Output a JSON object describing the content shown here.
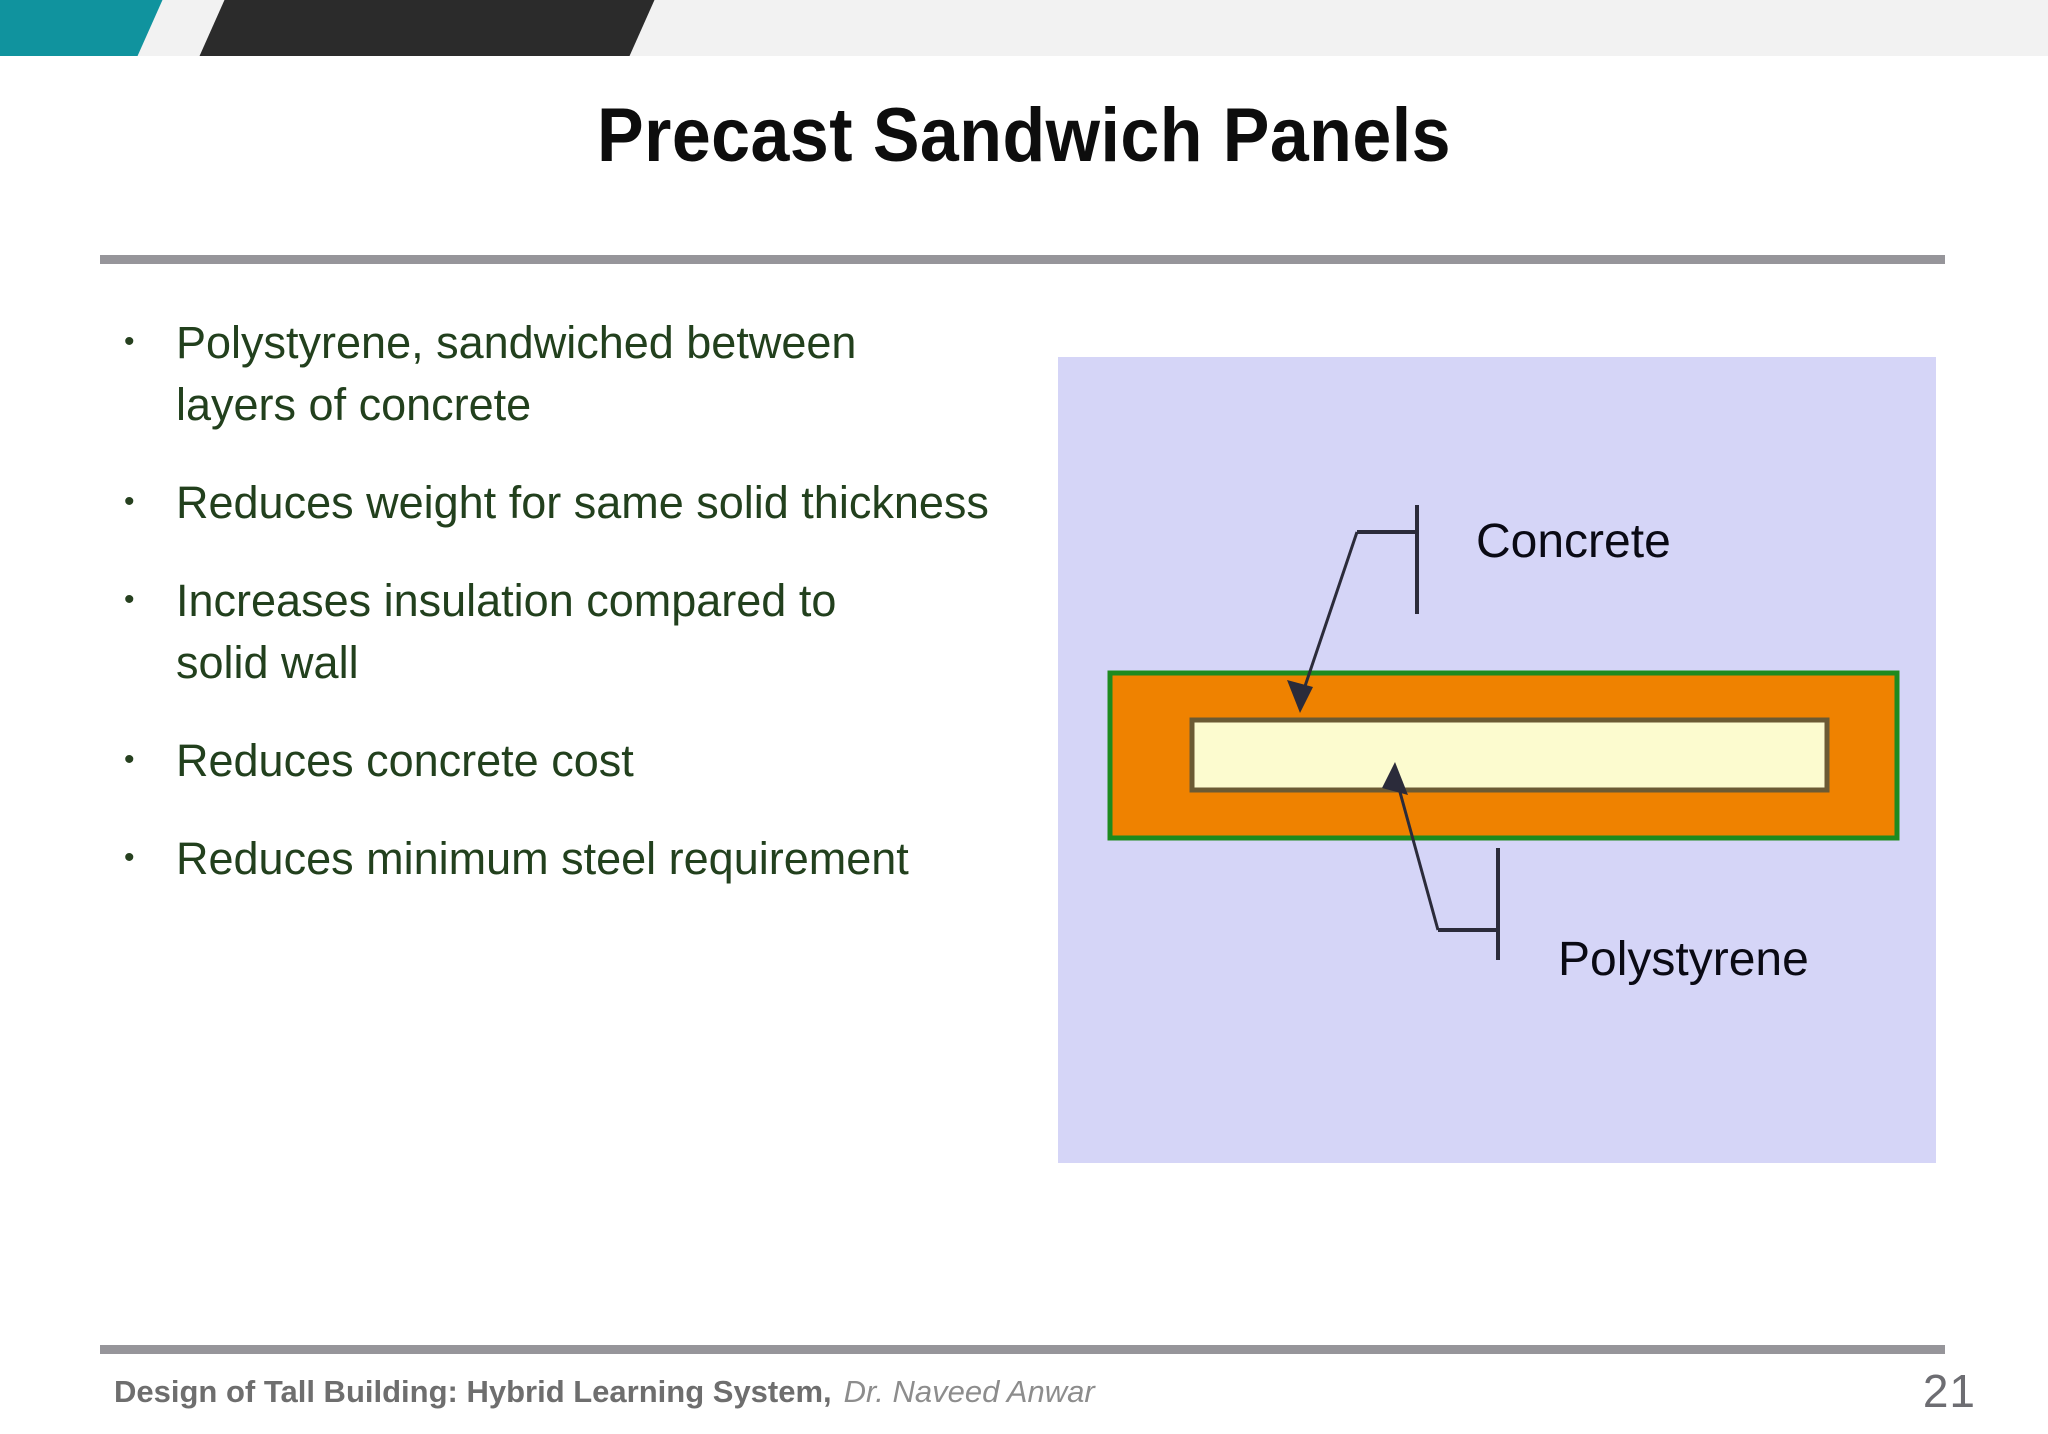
{
  "slide": {
    "title": "Precast Sandwich Panels",
    "bullets": [
      "Polystyrene, sandwiched between layers of concrete",
      "Reduces weight for same solid thickness",
      "Increases insulation compared to solid wall",
      "Reduces concrete cost",
      "Reduces minimum steel requirement"
    ],
    "bullet_marker": "•"
  },
  "diagram": {
    "labels": {
      "concrete": "Concrete",
      "polystyrene": "Polystyrene"
    },
    "colors": {
      "panel_background": "#d5d5f7",
      "concrete_fill": "#ef8200",
      "concrete_border": "#1e8a1e",
      "polystyrene_fill": "#fcfbcf",
      "polystyrene_border": "#6b5a34",
      "leader_line": "#2b2b3a"
    }
  },
  "footer": {
    "course": "Design of Tall Building: Hybrid Learning System,",
    "author": "Dr. Naveed Anwar",
    "page_number": "21"
  },
  "theme": {
    "banner_teal": "#10939e",
    "banner_dark": "#2b2b2b",
    "banner_light": "#f2f2f2",
    "rule_gray": "#96959a",
    "bullet_green": "#22401d",
    "title_black": "#0d0d0d",
    "footer_gray": "#6e6e6e"
  }
}
